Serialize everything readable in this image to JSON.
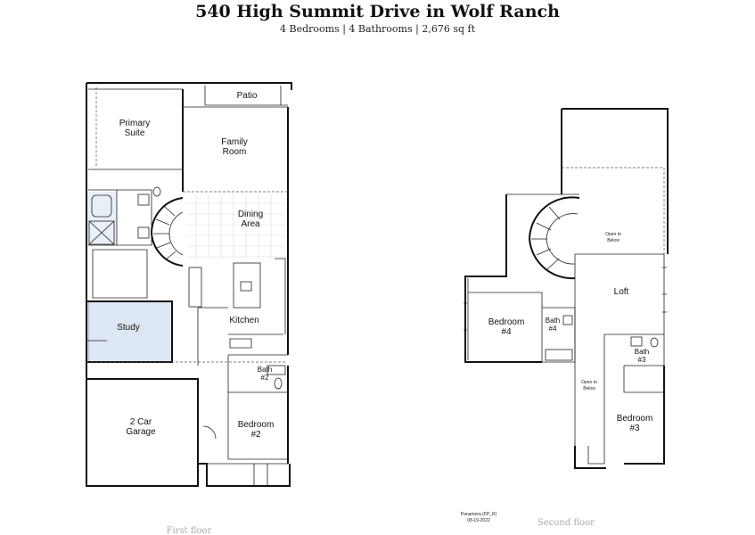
{
  "header": {
    "title": "540 High Summit Drive in Wolf Ranch",
    "subtitle": "4 Bedrooms | 4 Bathrooms | 2,676 sq ft"
  },
  "first_floor": {
    "caption": "First floor",
    "rooms": {
      "patio": "Patio",
      "primary_suite_1": "Primary",
      "primary_suite_2": "Suite",
      "family_room_1": "Family",
      "family_room_2": "Room",
      "dining_1": "Dining",
      "dining_2": "Area",
      "kitchen": "Kitchen",
      "study": "Study",
      "bath2_1": "Bath",
      "bath2_2": "#2",
      "bedroom2_1": "Bedroom",
      "bedroom2_2": "#2",
      "garage_1": "2 Car",
      "garage_2": "Garage"
    }
  },
  "second_floor": {
    "caption": "Second floor",
    "rooms": {
      "open_below_top_1": "Open to",
      "open_below_top_2": "Below",
      "loft": "Loft",
      "bedroom4_1": "Bedroom",
      "bedroom4_2": "#4",
      "bath4_1": "Bath",
      "bath4_2": "#4",
      "bath3_1": "Bath",
      "bath3_2": "#3",
      "open_below_mid_1": "Open to",
      "open_below_mid_2": "Below",
      "bedroom3_1": "Bedroom",
      "bedroom3_2": "#3"
    },
    "plan_stamp_1": "Panamera (FP_R)",
    "plan_stamp_2": "08-19-2022"
  },
  "colors": {
    "study_highlight": "#dde6f3",
    "wall": "#111111",
    "caption": "#aaaaaa"
  }
}
